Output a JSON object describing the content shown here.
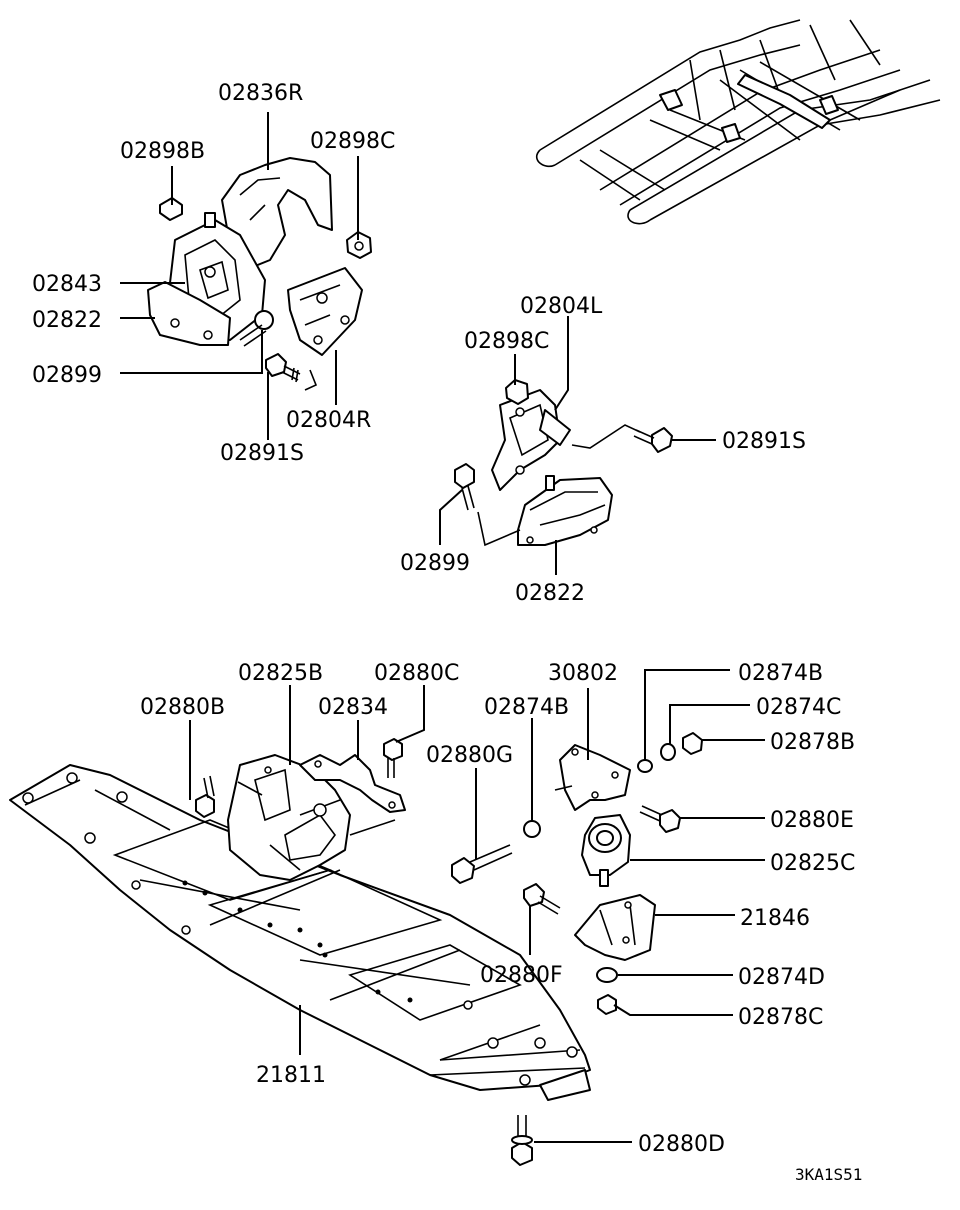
{
  "diagram": {
    "labels": [
      {
        "id": "l_02836R",
        "text": "02836R"
      },
      {
        "id": "l_02898B",
        "text": "02898B"
      },
      {
        "id": "l_02898C_top",
        "text": "02898C"
      },
      {
        "id": "l_02843",
        "text": "02843"
      },
      {
        "id": "l_02822_top",
        "text": "02822"
      },
      {
        "id": "l_02899_top",
        "text": "02899"
      },
      {
        "id": "l_02804R",
        "text": "02804R"
      },
      {
        "id": "l_02891S_top",
        "text": "02891S"
      },
      {
        "id": "l_02804L",
        "text": "02804L"
      },
      {
        "id": "l_02898C_mid",
        "text": "02898C"
      },
      {
        "id": "l_02891S_mid",
        "text": "02891S"
      },
      {
        "id": "l_02899_mid",
        "text": "02899"
      },
      {
        "id": "l_02822_mid",
        "text": "02822"
      },
      {
        "id": "l_02825B",
        "text": "02825B"
      },
      {
        "id": "l_02880C",
        "text": "02880C"
      },
      {
        "id": "l_02880B",
        "text": "02880B"
      },
      {
        "id": "l_02834",
        "text": "02834"
      },
      {
        "id": "l_30802",
        "text": "30802"
      },
      {
        "id": "l_02874B_a",
        "text": "02874B"
      },
      {
        "id": "l_02874B_b",
        "text": "02874B"
      },
      {
        "id": "l_02874C",
        "text": "02874C"
      },
      {
        "id": "l_02878B",
        "text": "02878B"
      },
      {
        "id": "l_02880G",
        "text": "02880G"
      },
      {
        "id": "l_02880E",
        "text": "02880E"
      },
      {
        "id": "l_02825C",
        "text": "02825C"
      },
      {
        "id": "l_21846",
        "text": "21846"
      },
      {
        "id": "l_02880F",
        "text": "02880F"
      },
      {
        "id": "l_02874D",
        "text": "02874D"
      },
      {
        "id": "l_02878C",
        "text": "02878C"
      },
      {
        "id": "l_21811",
        "text": "21811"
      },
      {
        "id": "l_02880D",
        "text": "02880D"
      }
    ],
    "drawing_code": "3KA1S51"
  }
}
